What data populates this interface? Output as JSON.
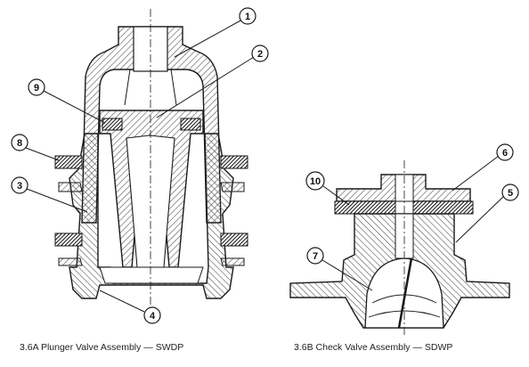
{
  "figure_a": {
    "caption": "3.6A Plunger Valve Assembly — SWDP",
    "callouts": [
      "1",
      "2",
      "3",
      "4",
      "8",
      "9"
    ]
  },
  "figure_b": {
    "caption": "3.6B Check Valve Assembly — SDWP",
    "callouts": [
      "5",
      "6",
      "7",
      "10"
    ]
  },
  "colors": {
    "ink": "#1a1a1a",
    "hatch": "#555555",
    "gasket": "#222222",
    "background": "#ffffff"
  }
}
